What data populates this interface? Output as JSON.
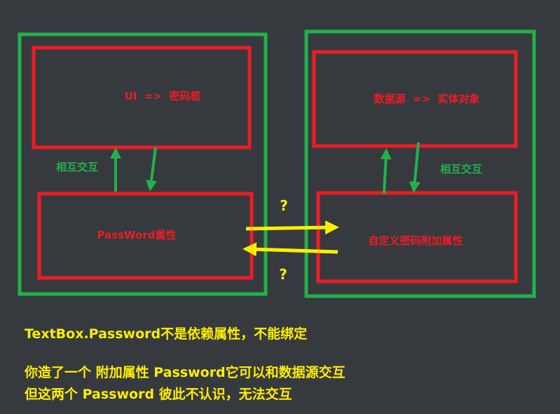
{
  "diagram": {
    "left_group": {
      "top_box_label": "UI  =>  密码框",
      "bottom_box_label": "PassWord属性",
      "interaction_label": "相互交互"
    },
    "right_group": {
      "top_box_label": "数据源  =>  实体对象",
      "bottom_box_label": "自定义密码附加属性",
      "interaction_label": "相互交互"
    },
    "question_top": "?",
    "question_bottom": "?",
    "colors": {
      "group_border": "#22b14c",
      "box_border": "#ed1c24",
      "arrow_cross": "#ffee00",
      "arrow_inner": "#22b14c",
      "background": "#363a3f"
    }
  },
  "notes": {
    "line1": "TextBox.Password不是依赖属性，不能绑定",
    "line2": "你造了一个 附加属性 Password它可以和数据源交互",
    "line3": "但这两个 Password 彼此不认识，无法交互"
  }
}
